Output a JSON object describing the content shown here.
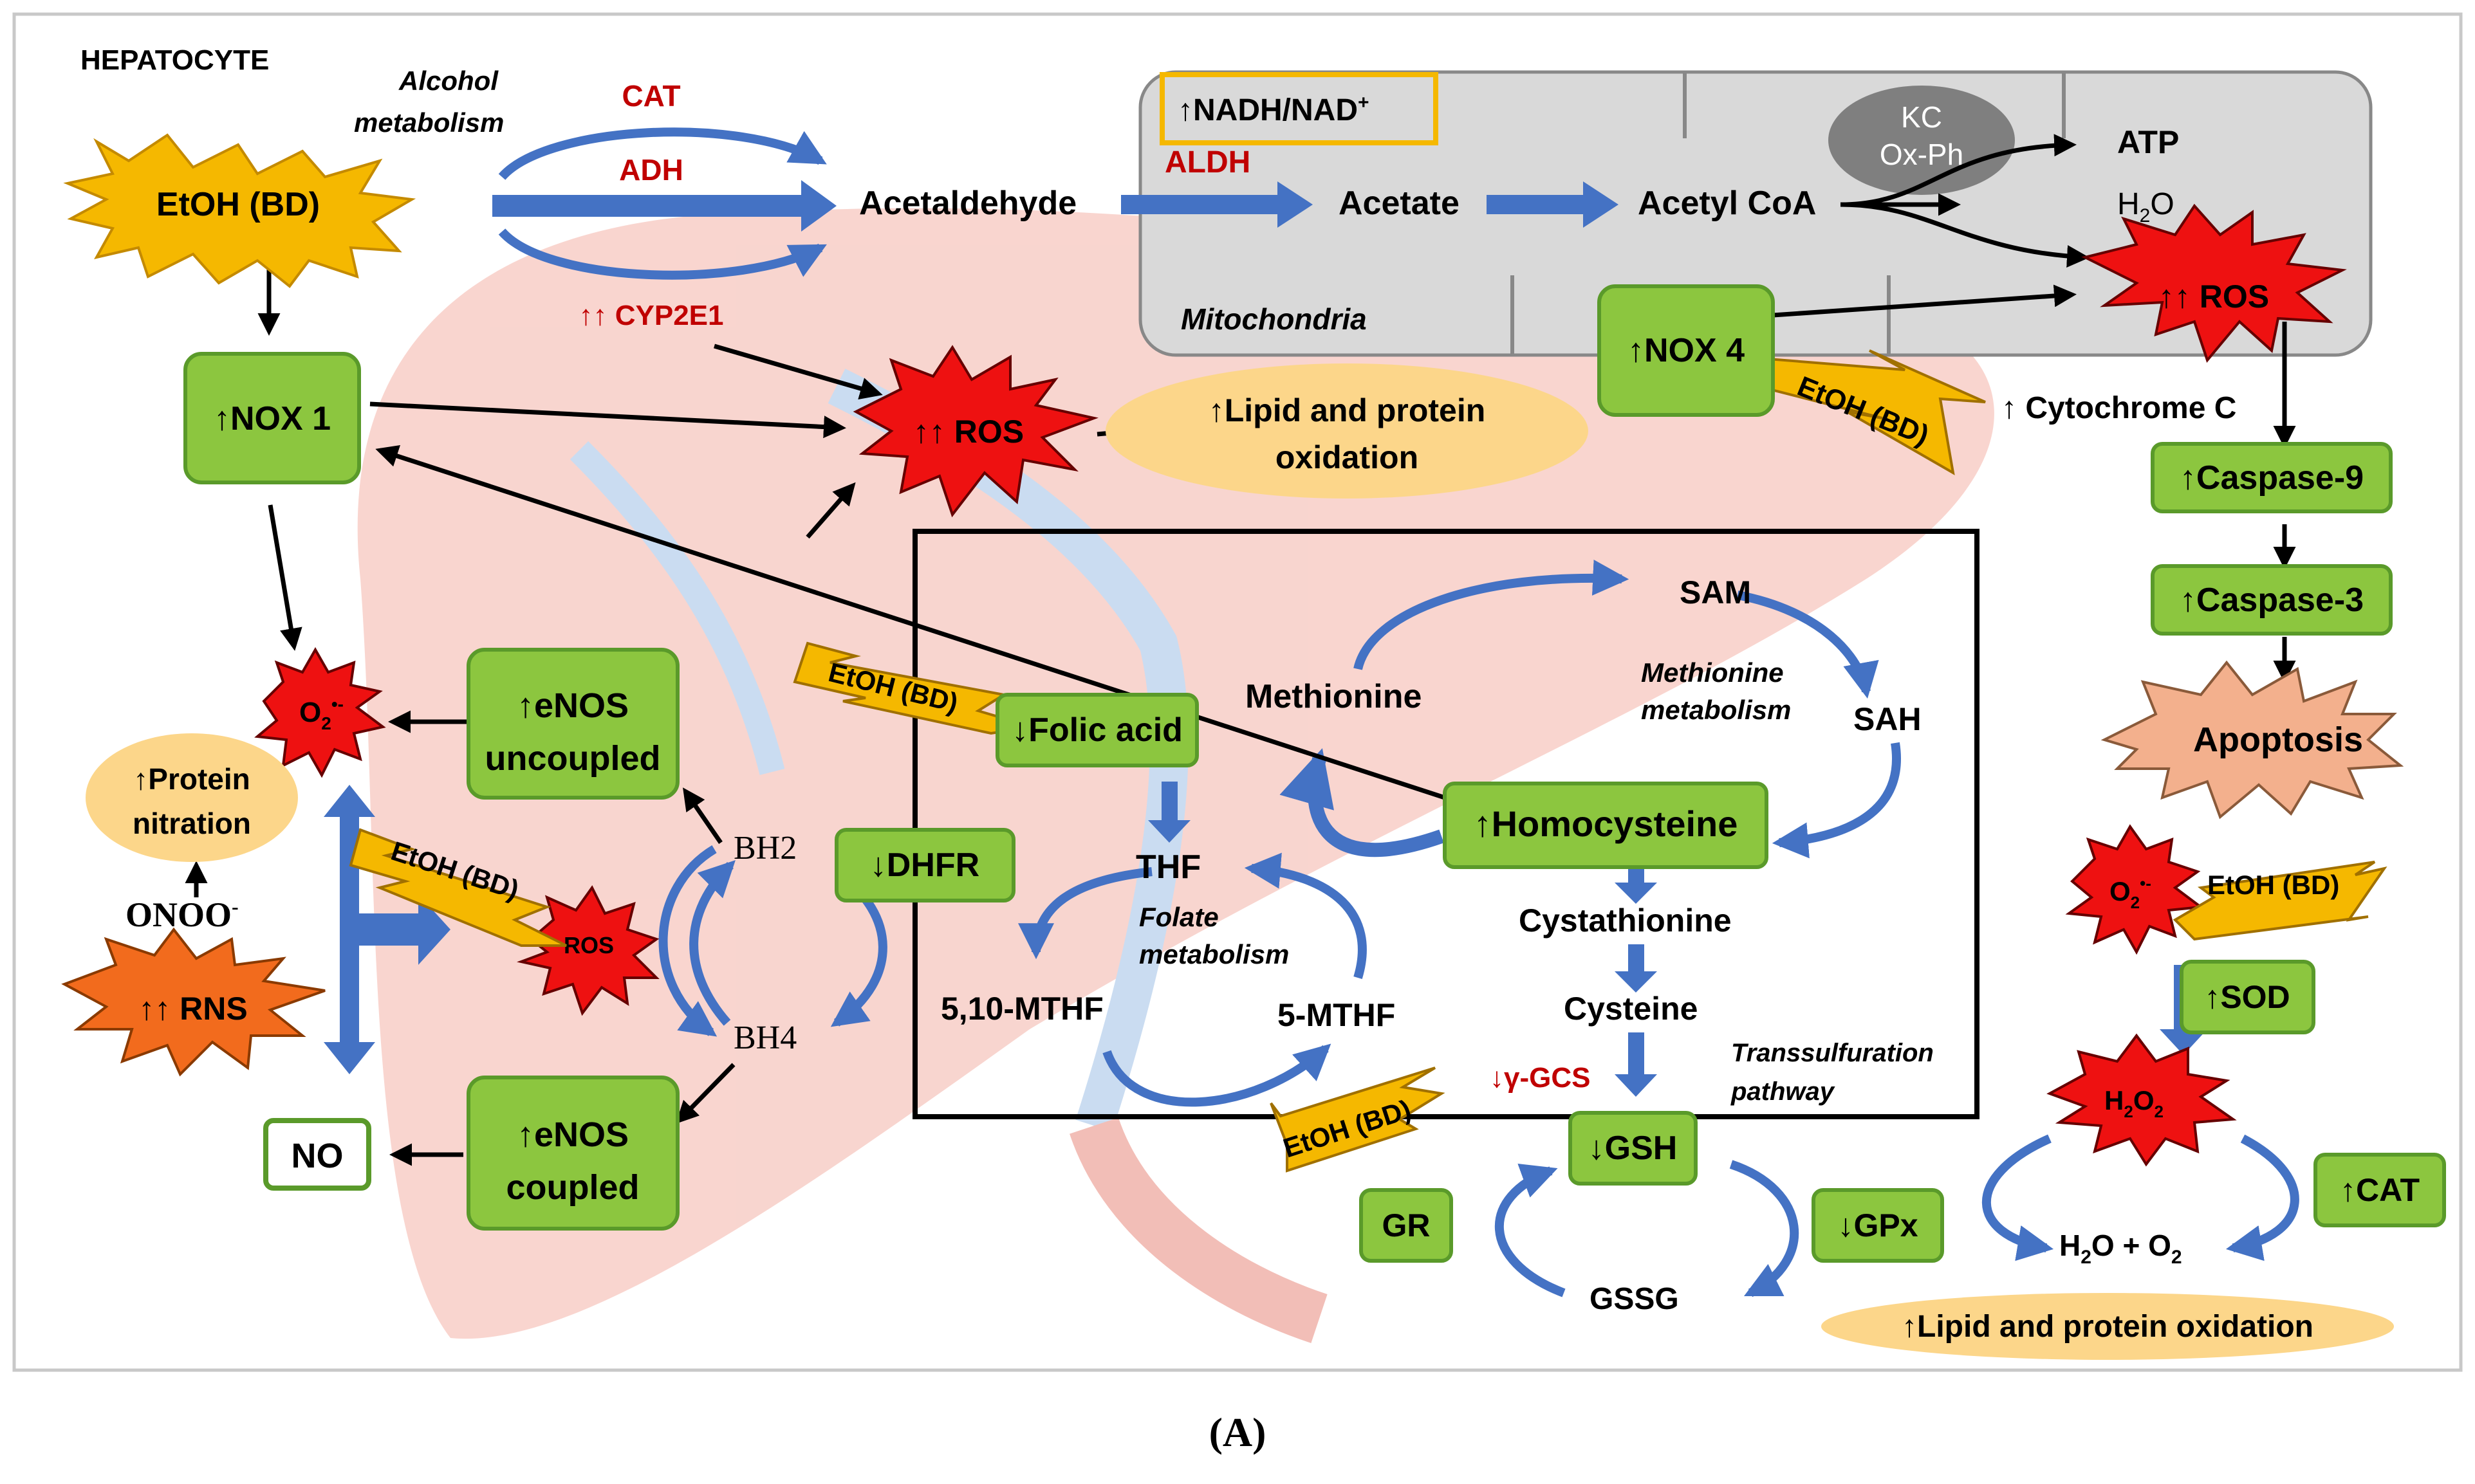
{
  "cell_label": "HEPATOCYTE",
  "alcohol_metabolism": [
    "Alcohol",
    "metabolism"
  ],
  "cat_label": "CAT",
  "adh_label": "ADH",
  "cyp2e1_label": "↑↑ CYP2E1",
  "etoh_bd": "EtOH (BD)",
  "acetaldehyde": "Acetaldehyde",
  "aldh_label": "ALDH",
  "acetate": "Acetate",
  "acetyl_coa": "Acetyl CoA",
  "nadh_box": "↑NADH/NAD",
  "nadh_sup": "+",
  "kc_oxph": [
    "KC",
    "Ox-Ph"
  ],
  "atp": "ATP",
  "h2o": "H",
  "h2o_sub": "2",
  "h2o_end": "O",
  "mitochondria": "Mitochondria",
  "ros_up": "↑↑ ROS",
  "ros_small": "ROS",
  "nox4": "↑NOX 4",
  "nox1": "↑NOX 1",
  "cytochrome_c": "↑ Cytochrome C",
  "lipid_protein_oxidation": [
    "↑Lipid and protein",
    "oxidation"
  ],
  "lipid_protein_oxidation_bottom": "↑Lipid and protein oxidation",
  "caspase9": "↑Caspase-9",
  "caspase3": "↑Caspase-3",
  "apoptosis": "Apoptosis",
  "o2_radical": "O",
  "o2_sub": "2",
  "o2_sup": "•-",
  "protein_nitration": [
    "↑Protein",
    "nitration"
  ],
  "onoo": "ONOO",
  "onoo_sup": "-",
  "rns": "↑↑ RNS",
  "no": "NO",
  "enos_uncoupled": [
    "↑eNOS",
    "uncoupled"
  ],
  "enos_coupled": [
    "↑eNOS",
    "coupled"
  ],
  "bh2": "BH2",
  "bh4": "BH4",
  "dhfr": "↓DHFR",
  "folic_acid": "↓Folic acid",
  "thf": "THF",
  "folate_metabolism": [
    "Folate",
    "metabolism"
  ],
  "mthf_510": "5,10-MTHF",
  "mthf_5": "5-MTHF",
  "methionine": "Methionine",
  "sam": "SAM",
  "sah": "SAH",
  "methionine_metabolism": [
    "Methionine",
    "metabolism"
  ],
  "homocysteine": "↑Homocysteine",
  "cystathionine": "Cystathionine",
  "cysteine": "Cysteine",
  "gamma_gcs": "↓γ-GCS",
  "transsulfuration": [
    "Transsulfuration",
    "pathway"
  ],
  "gsh": "↓GSH",
  "gssg": "GSSG",
  "gr": "GR",
  "gpx": "↓GPx",
  "sod": "↑SOD",
  "h2o2": "H",
  "h2o2_sub1": "2",
  "h2o2_mid": "O",
  "h2o2_sub2": "2",
  "cat_right": "↑CAT",
  "h2o_o2": [
    "H",
    "2",
    "O + O",
    "2"
  ],
  "panel_label": "(A)",
  "colors": {
    "green_fill": "#8cc63f",
    "green_stroke": "#5a9a2a",
    "red_star": "#ee1111",
    "orange_star": "#f26b1d",
    "yellow_bolt": "#f5b800",
    "salmon": "#f3b08d",
    "oval_fill": "#fcd68a",
    "blue_arrow": "#4472c4",
    "dark_red_text": "#c00000",
    "mito_fill": "#d9d9d9"
  }
}
